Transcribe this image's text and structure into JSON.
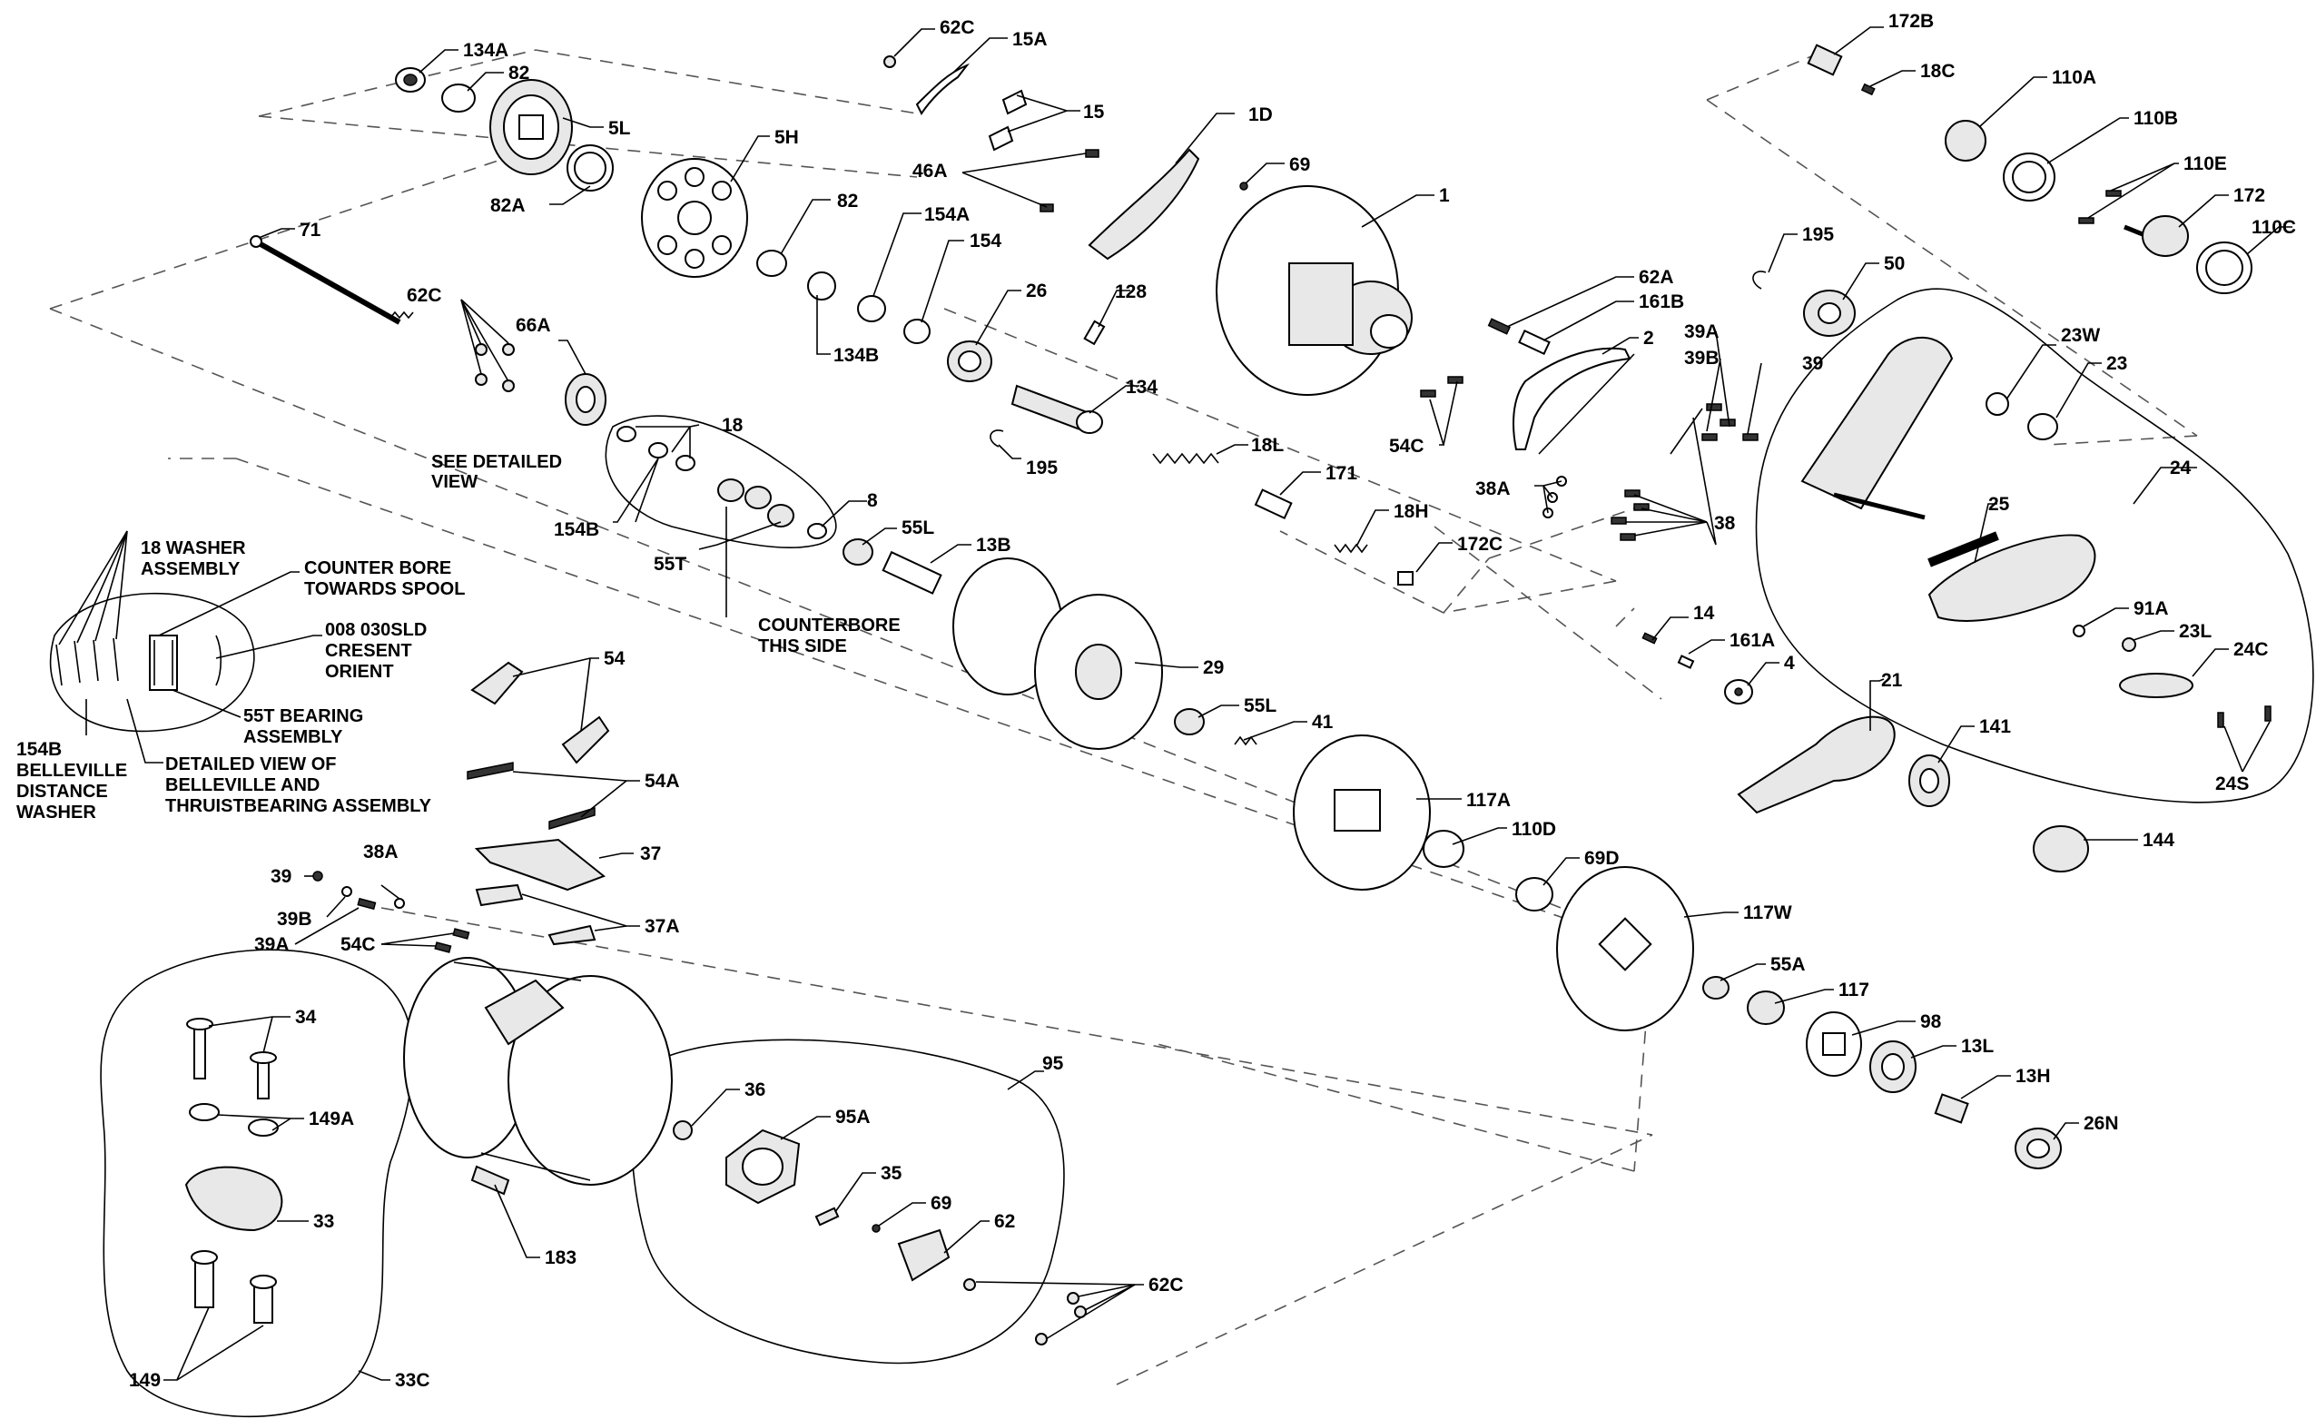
{
  "callouts": {
    "c134A": "134A",
    "c82a": "82",
    "c5L": "5L",
    "c82A": "82A",
    "c5H": "5H",
    "c82b": "82",
    "c134B": "134B",
    "c154A": "154A",
    "c154": "154",
    "c26": "26",
    "c62C_top": "62C",
    "c15A": "15A",
    "c15": "15",
    "c46A": "46A",
    "c1D": "1D",
    "c69_top": "69",
    "c1": "1",
    "c128": "128",
    "c134": "134",
    "c195_a": "195",
    "c18L": "18L",
    "c171": "171",
    "c18H": "18H",
    "c172C": "172C",
    "c71": "71",
    "c62C_left": "62C",
    "c66A": "66A",
    "c18": "18",
    "c154B_mid": "154B",
    "c55T": "55T",
    "c8": "8",
    "c55L_a": "55L",
    "c13B": "13B",
    "c29": "29",
    "c55L_b": "55L",
    "c41": "41",
    "c117A": "117A",
    "c110D": "110D",
    "c69D": "69D",
    "c117W": "117W",
    "c55A": "55A",
    "c117": "117",
    "c98": "98",
    "c13L": "13L",
    "c13H": "13H",
    "c26N": "26N",
    "c62A": "62A",
    "c161B": "161B",
    "c2": "2",
    "c54C_right": "54C",
    "c38A_right": "38A",
    "c39A_right": "39A",
    "c39B_right": "39B",
    "c39_right": "39",
    "c38": "38",
    "c195_b": "195",
    "c50": "50",
    "c172B": "172B",
    "c18C": "18C",
    "c110A": "110A",
    "c110B": "110B",
    "c110E": "110E",
    "c172": "172",
    "c110C": "110C",
    "c23W": "23W",
    "c23": "23",
    "c24": "24",
    "c25": "25",
    "c91A": "91A",
    "c23L": "23L",
    "c24C": "24C",
    "c24S": "24S",
    "c14": "14",
    "c161A": "161A",
    "c4": "4",
    "c21": "21",
    "c141": "141",
    "c144": "144",
    "c54": "54",
    "c54A": "54A",
    "c37": "37",
    "c37A": "37A",
    "c39_left": "39",
    "c39B_left": "39B",
    "c39A_left": "39A",
    "c38A_left": "38A",
    "c54C_left": "54C",
    "c34": "34",
    "c149A": "149A",
    "c33": "33",
    "c149": "149",
    "c33C": "33C",
    "c183": "183",
    "c36": "36",
    "c95A": "95A",
    "c35": "35",
    "c69_bot": "69",
    "c62": "62",
    "c95": "95",
    "c62C_bot": "62C",
    "c154B_detail": "154B"
  },
  "notes": {
    "see_detailed_1": "SEE DETAILED",
    "see_detailed_2": "VIEW",
    "counterbore_1": "COUNTERBORE",
    "counterbore_2": "THIS SIDE",
    "washer_asm_1": "18 WASHER",
    "washer_asm_2": "ASSEMBLY",
    "counter_bore_1": "COUNTER BORE",
    "counter_bore_2": "TOWARDS SPOOL",
    "cresent_1": "008 030SLD",
    "cresent_2": "CRESENT",
    "cresent_3": "ORIENT",
    "bearing_asm_1": "55T BEARING",
    "bearing_asm_2": "ASSEMBLY",
    "belleville_1": "BELLEVILLE",
    "belleville_2": "DISTANCE",
    "belleville_3": "WASHER",
    "detail_1": "DETAILED VIEW OF",
    "detail_2": "BELLEVILLE AND",
    "detail_3": "THRUISTBEARING ASSEMBLY"
  }
}
